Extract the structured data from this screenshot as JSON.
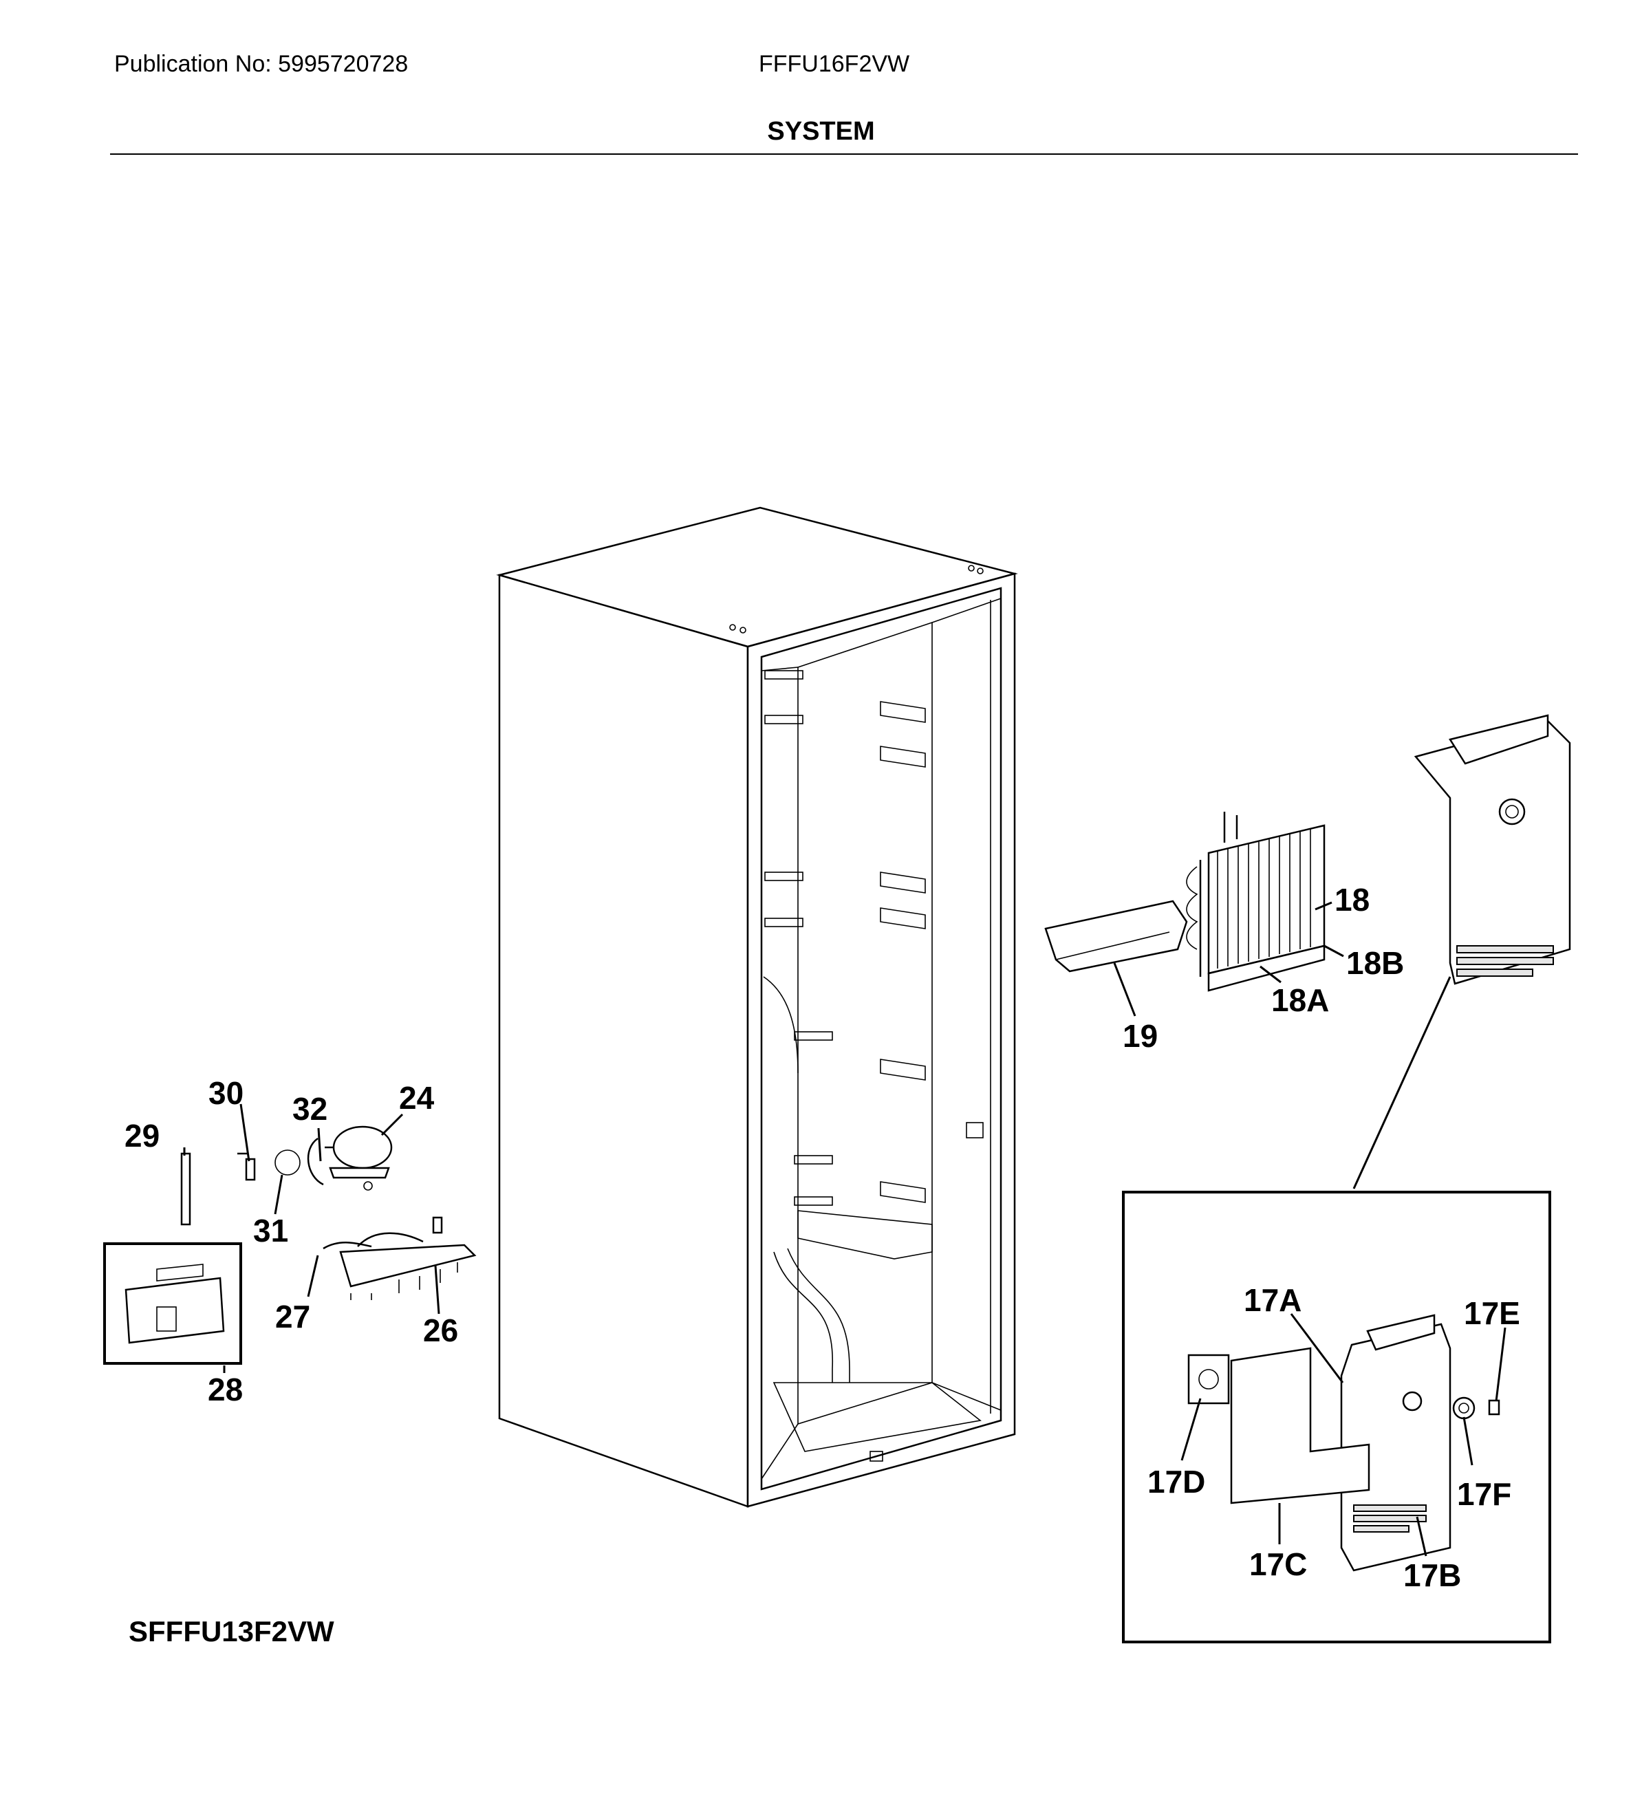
{
  "header": {
    "publication": "Publication No: 5995720728",
    "model": "FFFU16F2VW",
    "section_title": "SYSTEM"
  },
  "footer": {
    "variant_model": "SFFFU13F2VW"
  },
  "callouts": {
    "c18": "18",
    "c18a": "18A",
    "c18b": "18B",
    "c19": "19",
    "c24": "24",
    "c26": "26",
    "c27": "27",
    "c28": "28",
    "c29": "29",
    "c30": "30",
    "c31": "31",
    "c32": "32",
    "c17a": "17A",
    "c17b": "17B",
    "c17c": "17C",
    "c17d": "17D",
    "c17e": "17E",
    "c17f": "17F"
  }
}
